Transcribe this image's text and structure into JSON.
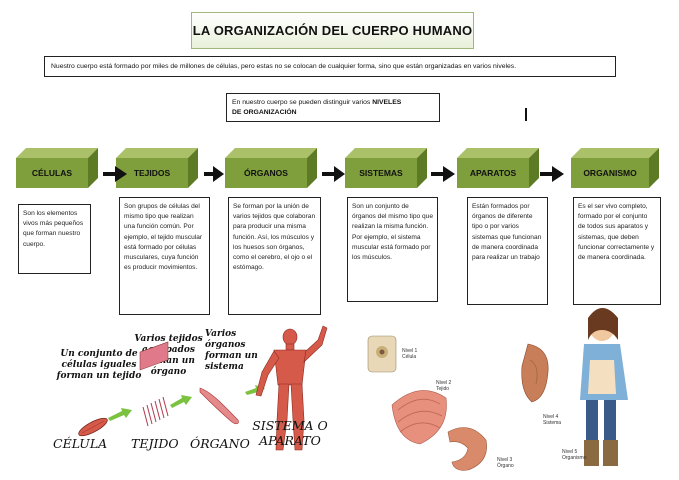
{
  "title": "LA ORGANIZACIÓN DEL CUERPO HUMANO",
  "intro": "Nuestro cuerpo está formado por miles de millones de células, pero estas no se colocan de cualquier forma, sino que están organizadas en varios niveles.",
  "levels_note": {
    "prefix": "En nuestro cuerpo se pueden distinguir varios ",
    "bold1": "NIVELES",
    "bold2": "DE ORGANIZACIÓN"
  },
  "levels": [
    {
      "label": "CÉLULAS",
      "description": "Son los elementos vivos más pequeños que forman nuestro cuerpo."
    },
    {
      "label": "TEJIDOS",
      "description": "Son grupos de células del mismo tipo que realizan una función común. Por ejemplo, el tejido muscular está formado por células musculares, cuya función es producir movimientos."
    },
    {
      "label": "ÓRGANOS",
      "description": "Se forman por la unión de varios tejidos que colaboran para producir una misma función. Así, los músculos y los huesos son órganos, como el cerebro, el ojo o el estómago."
    },
    {
      "label": "SISTEMAS",
      "description": "Son un conjunto de órganos del mismo tipo que realizan la misma función. Por ejemplo, el sistema muscular está formado por los músculos."
    },
    {
      "label": "APARATOS",
      "description": "Están formados por órganos de diferente tipo o por varios sistemas que funcionan de manera coordinada para realizar un trabajo"
    },
    {
      "label": "ORGANISMO",
      "description": "Es el ser vivo completo, formado por el conjunto de todos sus aparatos y sistemas, que deben funcionar correctamente y de manera coordinada."
    }
  ],
  "illustration_left": {
    "caption_cells": "Un conjunto de células iguales forman un tejido",
    "caption_tissues": "Varios tejidos agrupados forman un órgano",
    "caption_organs": "Varios órganos forman un sistema",
    "label_cell": "CÉLULA",
    "label_tissue": "TEJIDO",
    "label_organ": "ÓRGANO",
    "label_system": "SISTEMA O APARATO"
  },
  "illustration_right": {
    "level1": "Nivel 1\nCélula",
    "level2": "Nivel 2\nTejido",
    "level3": "Nivel 3\nÓrgano",
    "level4": "Nivel 4\nSistema",
    "level5": "Nivel 5\nOrganismo"
  },
  "colors": {
    "box_front": "#7f9e3c",
    "box_top": "#aac16a",
    "box_side": "#5d7a25",
    "arrow": "#111111",
    "muscle": "#d65a4a",
    "green_arrow": "#7cc241"
  }
}
